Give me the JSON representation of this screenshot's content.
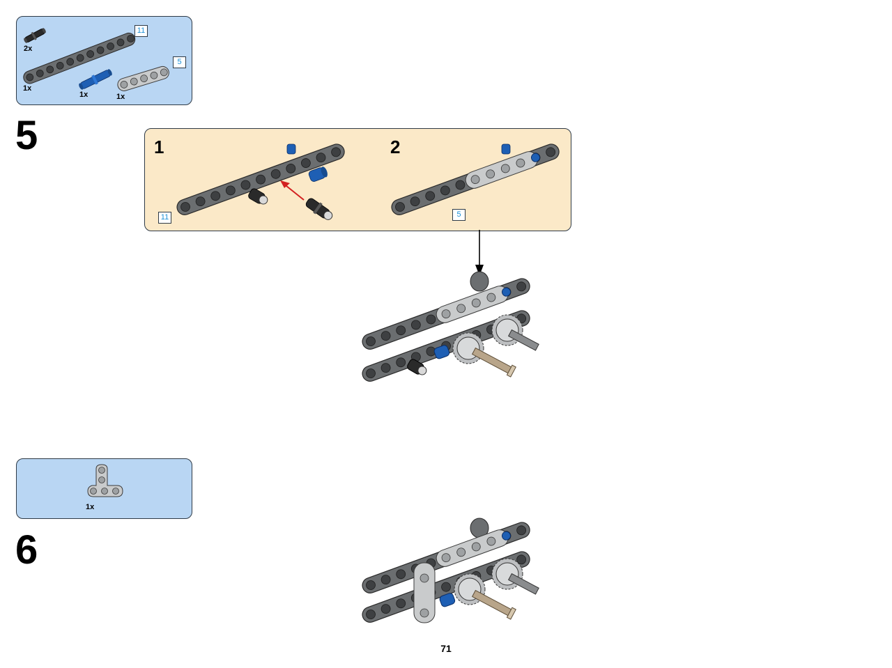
{
  "step5": {
    "number": "5",
    "parts": [
      {
        "name": "black-friction-pin",
        "qty": "2x"
      },
      {
        "name": "dark-gray-beam-11",
        "qty": "1x",
        "length": "11"
      },
      {
        "name": "blue-axle-pin",
        "qty": "1x"
      },
      {
        "name": "light-gray-beam-5",
        "qty": "1x",
        "length": "5"
      }
    ],
    "substeps": [
      {
        "number": "1",
        "length": "11"
      },
      {
        "number": "2",
        "length": "5"
      }
    ]
  },
  "step6": {
    "number": "6",
    "parts": [
      {
        "name": "light-gray-t-beam",
        "qty": "1x"
      }
    ]
  },
  "page": {
    "number": "71"
  },
  "colors": {
    "parts_box": "#b9d6f3",
    "subassembly_box": "#fbe9c8",
    "dark_gray": "#6b6e70",
    "light_gray": "#c9cbcc",
    "blue": "#1e5fb4",
    "black": "#2a2a2a",
    "tan": "#b8a58a",
    "arrow_red": "#d32020"
  }
}
